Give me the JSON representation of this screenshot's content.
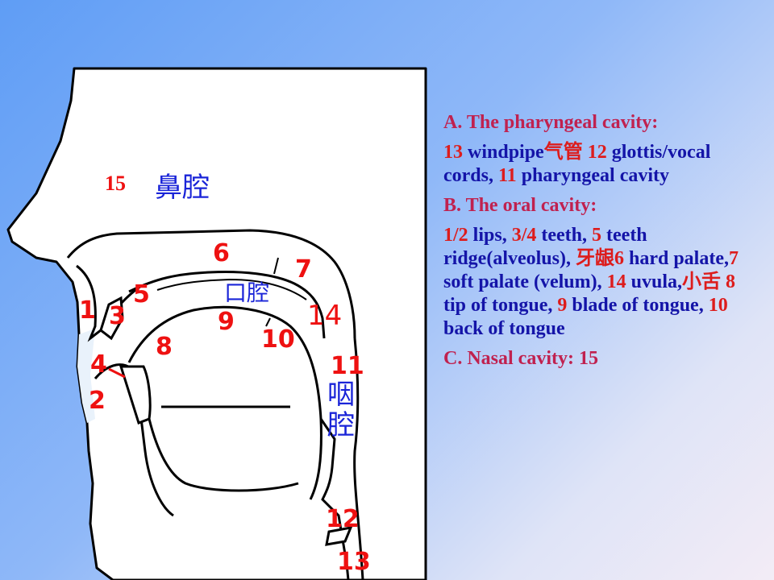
{
  "diagram": {
    "labels": {
      "n1": "1",
      "n2": "2",
      "n3": "3",
      "n4": "4",
      "n5": "5",
      "n6": "6",
      "n7": "7",
      "n8": "8",
      "n9": "9",
      "n10": "10",
      "n11": "11",
      "n12": "12",
      "n13": "13",
      "n14": "14",
      "n15": "15"
    },
    "chinese": {
      "nasal": "鼻腔",
      "oral": "口腔",
      "pharynx_1": "咽",
      "pharynx_2": "腔"
    }
  },
  "sections": {
    "a_heading": "A. The pharyngeal cavity:",
    "a_body": {
      "n13": "13",
      "t1": " windpipe",
      "zh1": "气管",
      "n12": " 12",
      "t2": " glottis/vocal cords, ",
      "n11": "11",
      "t3": " pharyngeal cavity"
    },
    "b_heading": "B. The oral cavity:",
    "b_body": {
      "n12": "1/2",
      "t1": " lips, ",
      "n34": "3/4",
      "t2": " teeth, ",
      "n5": "5",
      "t3": " teeth ridge(alveolus), ",
      "zh1": "牙龈",
      "n6": "6",
      "t4": " hard palate,",
      "n7": "7",
      "t5": " soft palate (velum), ",
      "n14": "14",
      "t6": " uvula,",
      "zh2": "小舌",
      "n8": " 8",
      "t7": " tip of tongue, ",
      "n9": "9",
      "t8": " blade of tongue, ",
      "n10": "10",
      "t9": " back of tongue"
    },
    "c_heading": "C. Nasal cavity: 15"
  }
}
